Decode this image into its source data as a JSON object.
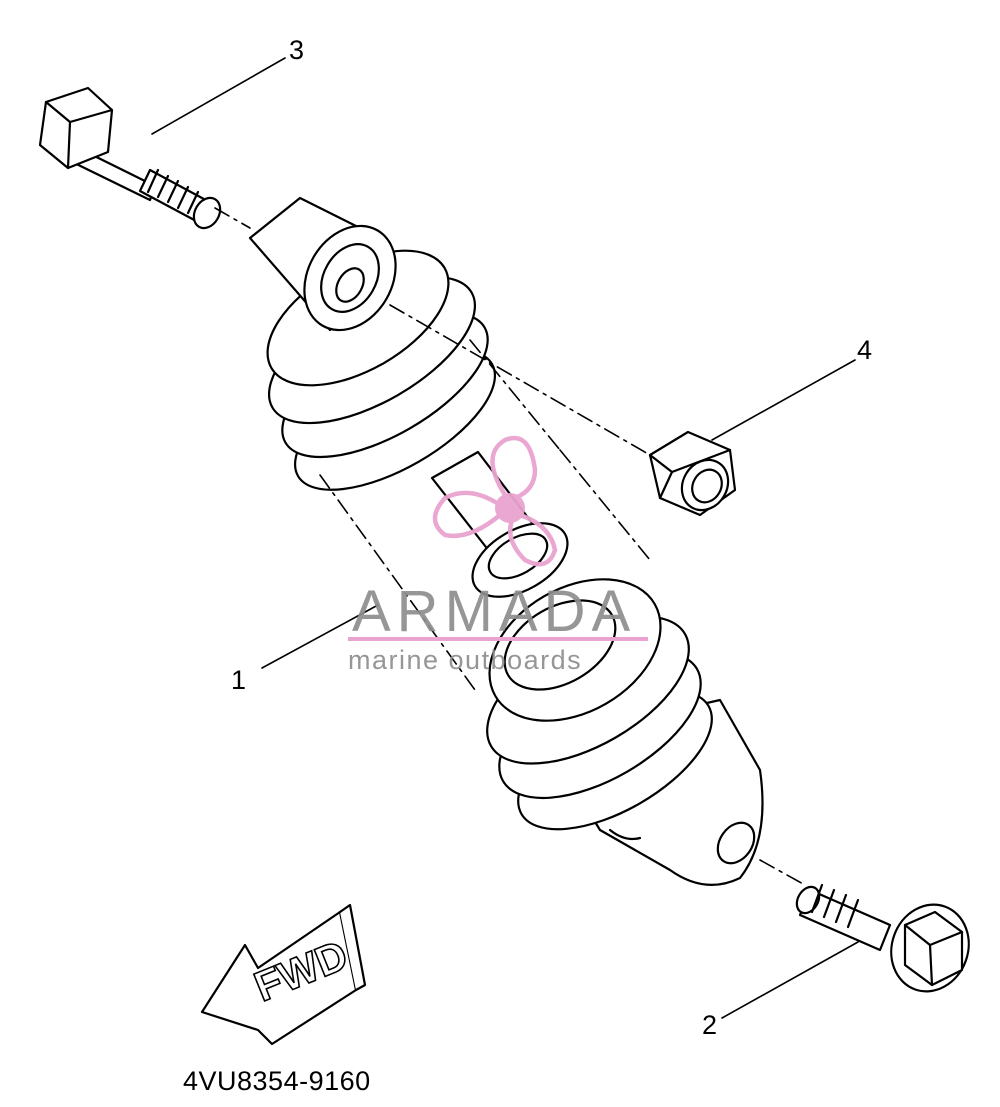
{
  "diagram": {
    "part_number": "4VU8354-9160",
    "direction_label": "FWD",
    "callouts": [
      "1",
      "2",
      "3",
      "4"
    ],
    "line_color": "#000000"
  },
  "watermark": {
    "brand": "ARMADA",
    "tagline": "marine outboards",
    "logo": "propeller-logo",
    "accent_color": "#e9a3cf",
    "text_color": "#8e8e8e"
  }
}
